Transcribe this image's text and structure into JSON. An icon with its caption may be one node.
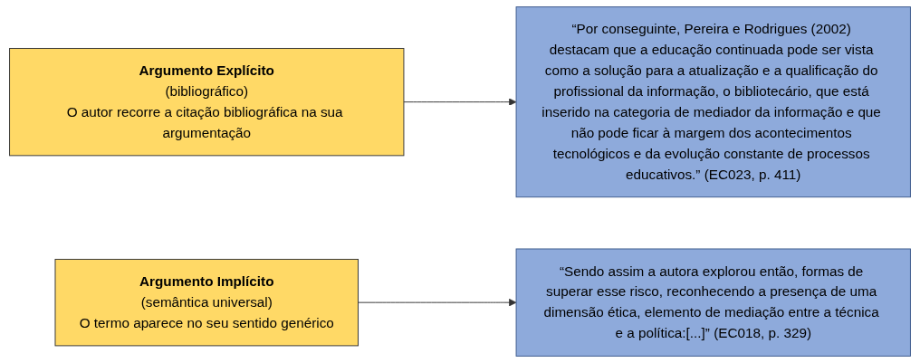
{
  "diagram": {
    "nodes": [
      {
        "text": [
          "Argumento Explícito",
          "(bibliográfico)",
          "O autor recorre a citação bibliográfica na sua argumentação"
        ]
      },
      {
        "text": [
          "“Por conseguinte, Pereira e Rodrigues (2002) destacam que a educação continuada pode ser vista como a solução para a atualização e a qualificação do profissional da informação, o bibliotecário, que está inserido na categoria de mediador da informação e que não pode ficar à margem dos acontecimentos tecnológicos e da evolução constante de processos educativos.” (EC023, p. 411)"
        ]
      },
      {
        "text": [
          "Argumento Implícito",
          "(semântica universal)",
          "O termo aparece no seu sentido genérico"
        ]
      },
      {
        "text": [
          "“Sendo assim a autora explorou então, formas de superar esse risco, reconhecendo a presença de uma dimensão ética, elemento de mediação entre a técnica e a política:[...]” (EC018, p. 329)"
        ]
      }
    ],
    "edges": [
      {
        "from": 0,
        "to": 1,
        "arrow": "to"
      },
      {
        "from": 2,
        "to": 3,
        "arrow": "to"
      }
    ]
  }
}
